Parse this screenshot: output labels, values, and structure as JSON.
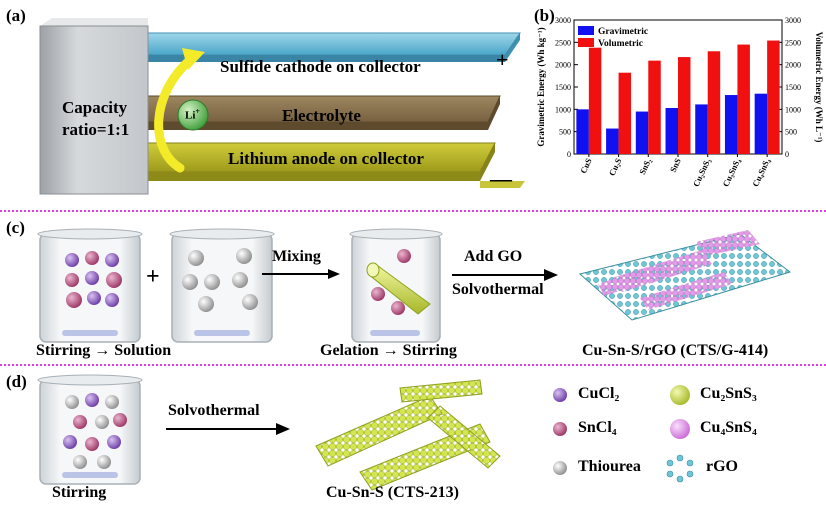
{
  "panels": {
    "a": "(a)",
    "b": "(b)",
    "c": "(c)",
    "d": "(d)"
  },
  "battery": {
    "capacity_line1": "Capacity",
    "capacity_line2": "ratio=1:1",
    "cathode": "Sulfide cathode on collector",
    "electrolyte": "Electrolyte",
    "anode": "Lithium anode on collector",
    "ion": "Li",
    "ion_charge": "+",
    "plus": "+",
    "minus": "—",
    "colors": {
      "cathode": "#5fb7d6",
      "electrolyte": "#8a7450",
      "anode": "#b9b62a",
      "block": "#c9cdd1"
    }
  },
  "chart_data": {
    "type": "bar",
    "categories": [
      "CuS",
      "Cu₂S",
      "SnS₂",
      "SnS",
      "Cu₂SnS₃",
      "Cu₃SnS₄",
      "Cu₄SnS₄"
    ],
    "series": [
      {
        "name": "Gravimetric",
        "color": "#1010f0",
        "axis": "left",
        "values": [
          1000,
          570,
          950,
          1030,
          1110,
          1320,
          1350
        ]
      },
      {
        "name": "Volumetric",
        "color": "#f01010",
        "axis": "right",
        "values": [
          2380,
          1820,
          2090,
          2170,
          2300,
          2450,
          2540
        ]
      }
    ],
    "ylabel_left": "Gravimetric Energy (Wh kg⁻¹)",
    "ylabel_right": "Volumetric Energy (Wh L⁻¹)",
    "ylim": [
      0,
      3000
    ],
    "yticks": [
      "0",
      "500",
      "1000",
      "1500",
      "2000",
      "2500",
      "3000"
    ],
    "legend_position": "top-left"
  },
  "synthesis_c": {
    "plus": "+",
    "step1": "Mixing",
    "step2_line1": "Add GO",
    "step2_line2": "Solvothermal",
    "caption1": "Stirring → Solution",
    "caption2": "Gelation → Stirring",
    "caption3": "Cu-Sn-S/rGO (CTS/G-414)"
  },
  "synthesis_d": {
    "step": "Solvothermal",
    "caption1": "Stirring",
    "caption2": "Cu-Sn-S (CTS-213)"
  },
  "legend": {
    "cucl2": "CuCl₂",
    "sncl4": "SnCl₄",
    "thiourea": "Thiourea",
    "cu2sns3": "Cu₂SnS₃",
    "cu4sns4": "Cu₄SnS₄",
    "rgo": "rGO",
    "colors": {
      "cucl2": "#8a55c2",
      "sncl4": "#b84a7d",
      "thiourea": "#b9b9b9",
      "cu2sns3": "#c7d946",
      "cu4sns4": "#dc8fe6",
      "rgo": "#6fc6d6"
    }
  }
}
